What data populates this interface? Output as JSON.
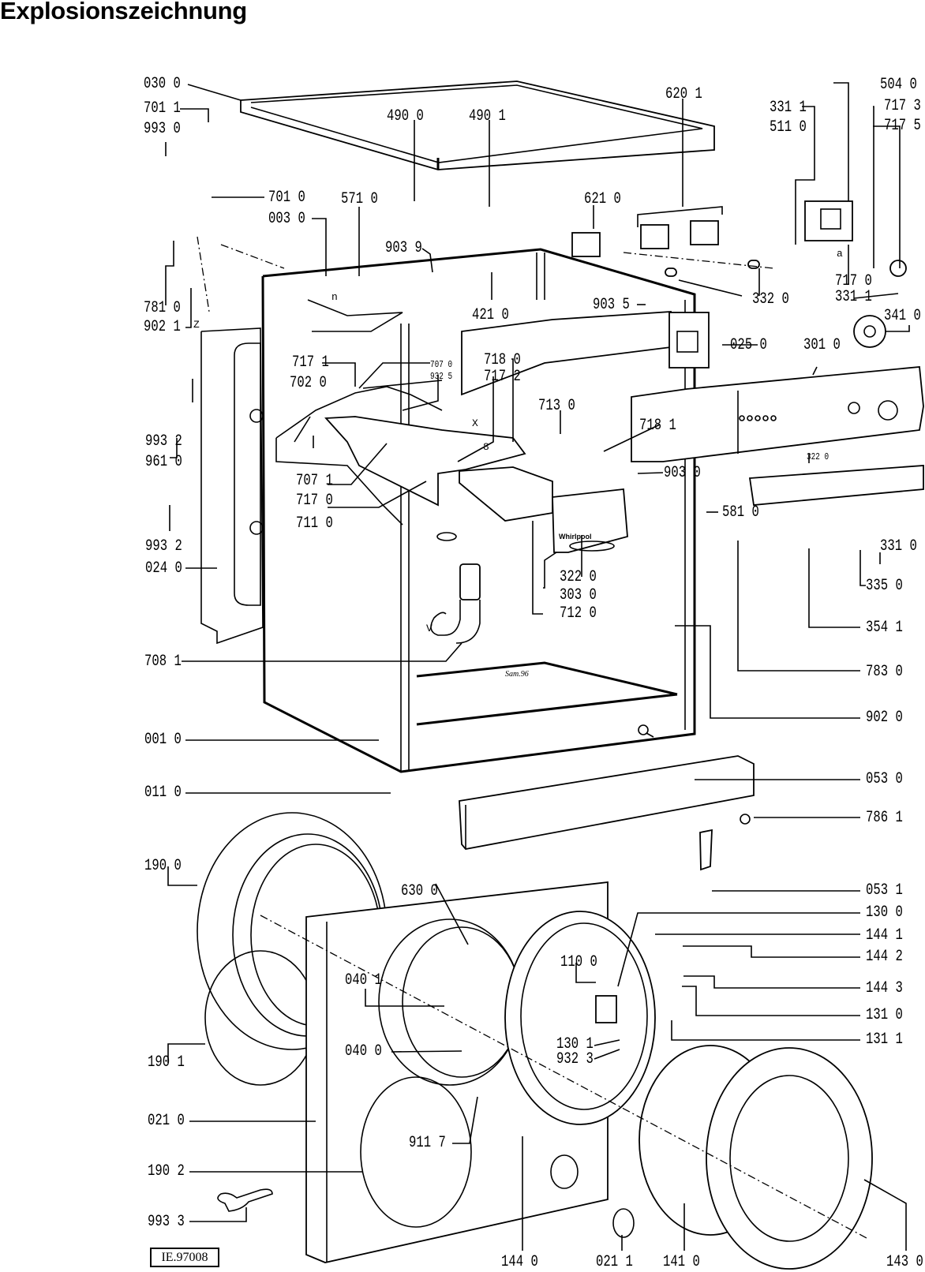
{
  "title": "Explosionszeichnung",
  "reference": "IE.97008",
  "brand_mark": "Whirlpool",
  "stamp": "Sam.96",
  "markers": [
    "n",
    "Z",
    "V",
    "X",
    "a",
    "8"
  ],
  "labels": {
    "l0300": "030 0",
    "l7011": "701 1",
    "l9930": "993 0",
    "l7010": "701 0",
    "l0030": "003 0",
    "l7810": "781 0",
    "l9021": "902 1",
    "l4900": "490 0",
    "l4901": "490 1",
    "l5710": "571 0",
    "l9039": "903 9",
    "l4210": "421 0",
    "l6210": "621 0",
    "l6201": "620 1",
    "l9035": "903 5",
    "l3320": "332 0",
    "l3311a": "331 1",
    "l5110": "511 0",
    "l5040": "504 0",
    "l7173": "717 3",
    "l7175": "717 5",
    "l7170b": "717 0",
    "l3311b": "331 1",
    "l3410": "341 0",
    "l0250": "025 0",
    "l3010": "301 0",
    "l7171": "717 1",
    "l7020": "702 0",
    "l7070": "707 0",
    "l9325": "932 5",
    "l7180": "718 0",
    "l7172": "717 2",
    "l9932a": "993 2",
    "l9610": "961 0",
    "l7071": "707 1",
    "l7170": "717 0",
    "l7110": "711 0",
    "l9932b": "993 2",
    "l0240": "024 0",
    "l7130": "713 0",
    "l7181": "718 1",
    "l3220a": "322 0",
    "l9030": "903 0",
    "l5810": "581 0",
    "l3310": "331 0",
    "l3220b": "322 0",
    "l3030": "303 0",
    "l7120": "712 0",
    "l3350": "335 0",
    "l3541": "354 1",
    "l7830": "783 0",
    "l7081": "708 1",
    "l9020": "902 0",
    "l0010": "001 0",
    "l0110": "011 0",
    "l0530": "053 0",
    "l7861": "786 1",
    "l0531": "053 1",
    "l1900": "190 0",
    "l6300": "630 0",
    "l1300": "130 0",
    "l1441": "144 1",
    "l1442": "144 2",
    "l1443": "144 3",
    "l1310": "131 0",
    "l1311": "131 1",
    "l0401": "040 1",
    "l1100": "110 0",
    "l1301": "130 1",
    "l9323": "932 3",
    "l0400": "040 0",
    "l1901": "190 1",
    "l0210": "021 0",
    "l9117": "911 7",
    "l1902": "190 2",
    "l9933": "993 3",
    "l1440": "144 0",
    "l0211": "021 1",
    "l1410": "141 0",
    "l1430": "143 0"
  }
}
